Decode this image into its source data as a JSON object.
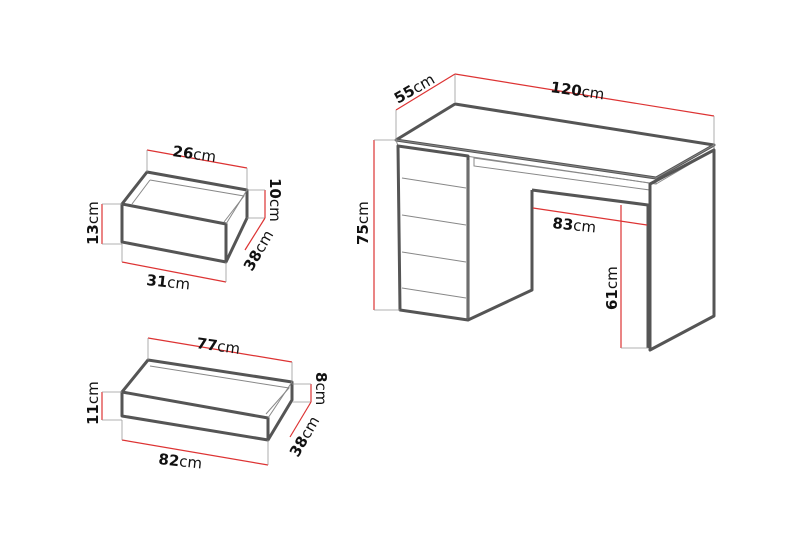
{
  "diagram": {
    "desk": {
      "width": {
        "num": "120",
        "unit": "cm"
      },
      "depth": {
        "num": "55",
        "unit": "cm"
      },
      "height": {
        "num": "75",
        "unit": "cm"
      },
      "legroom_width": {
        "num": "83",
        "unit": "cm"
      },
      "legroom_height": {
        "num": "61",
        "unit": "cm"
      }
    },
    "small_drawer": {
      "inner_width": {
        "num": "26",
        "unit": "cm"
      },
      "front_width": {
        "num": "31",
        "unit": "cm"
      },
      "front_height": {
        "num": "13",
        "unit": "cm"
      },
      "inner_height": {
        "num": "10",
        "unit": "cm"
      },
      "depth": {
        "num": "38",
        "unit": "cm"
      }
    },
    "large_drawer": {
      "inner_width": {
        "num": "77",
        "unit": "cm"
      },
      "front_width": {
        "num": "82",
        "unit": "cm"
      },
      "front_height": {
        "num": "11",
        "unit": "cm"
      },
      "inner_height": {
        "num": "8",
        "unit": "cm"
      },
      "depth": {
        "num": "38",
        "unit": "cm"
      }
    },
    "colors": {
      "dimension_line": "#dd3333",
      "outline": "#555555"
    }
  }
}
